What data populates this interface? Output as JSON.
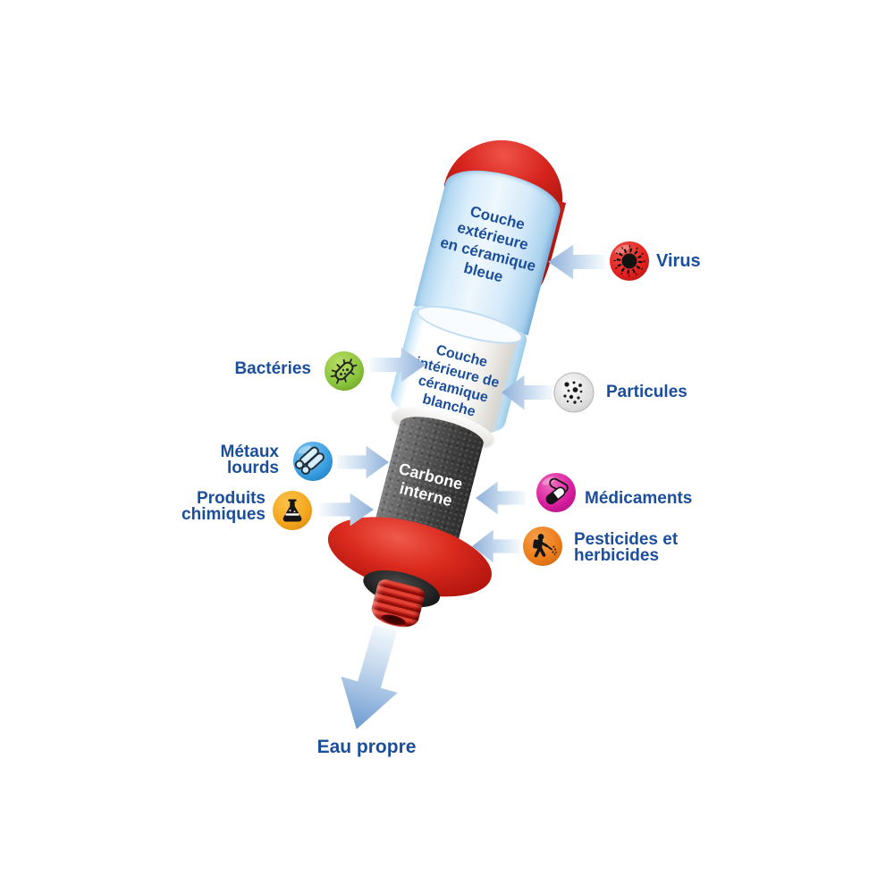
{
  "filter": {
    "outer_layer_label": "Couche extérieure en céramique bleue",
    "inner_layer_label": "Couche intérieure de céramique blanche",
    "core_label": "Carbone interne",
    "output_label": "Eau propre"
  },
  "contaminants": {
    "virus": {
      "label": "Virus",
      "icon": "virus-icon",
      "color": "#e5231f"
    },
    "bacteria": {
      "label": "Bactéries",
      "icon": "bacteria-icon",
      "color": "#8cc63e"
    },
    "particles": {
      "label": "Particules",
      "icon": "particles-icon",
      "color": "#d9d9d9"
    },
    "heavy_metals": {
      "label": "Métaux lourds",
      "icon": "metal-pipes-icon",
      "color": "#3b9fe0"
    },
    "chemicals": {
      "label": "Produits chimiques",
      "icon": "chemistry-flask-icon",
      "color": "#f5a71f"
    },
    "medications": {
      "label": "Médicaments",
      "icon": "pill-icon",
      "color": "#d81f9f"
    },
    "pesticides": {
      "label": "Pesticides et herbicides",
      "icon": "sprayer-icon",
      "color": "#ed7d1b"
    }
  },
  "colors": {
    "label_text": "#1b4e9b",
    "arrow_blue": "#8fb0d8",
    "cap_red": "#d7241d",
    "outer_ceramic_blue": "#d9edfb",
    "inner_ceramic_white": "#ffffff",
    "carbon_gray": "#4a4a4a"
  }
}
